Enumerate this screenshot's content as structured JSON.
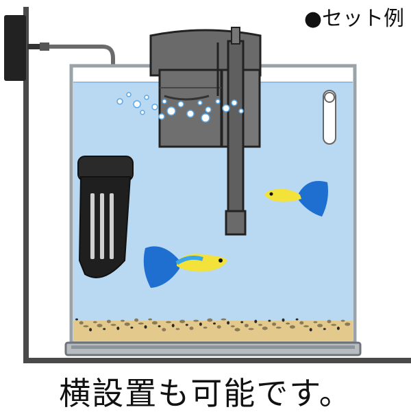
{
  "labels": {
    "set_example": "●セット例",
    "caption": "横設置も可能です。"
  },
  "colors": {
    "water": "#b9d9f2",
    "water_edge": "#8fbde3",
    "glass": "#9aa3aa",
    "gravel": "#e3c98c",
    "filter_body": "#6f6f6f",
    "heater_body": "#1f1f1f",
    "fish_tail": "#1e6fd0",
    "fish_body": "#f3e23a",
    "bubble": "#5aa8e8",
    "stand": "#4a4a4a"
  },
  "objects": [
    "wall-outlet",
    "power-cord",
    "aquarium-heater",
    "hang-on-filter",
    "air-bubbles",
    "thermometer",
    "guppy-fish-large",
    "guppy-fish-small",
    "gravel-substrate"
  ]
}
